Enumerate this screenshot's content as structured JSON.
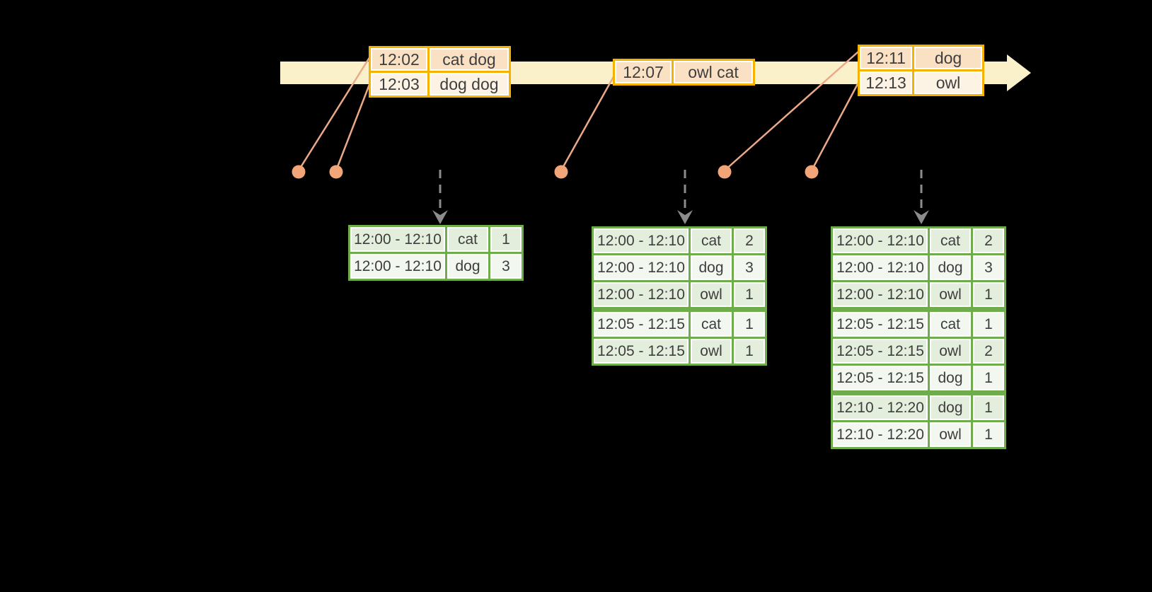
{
  "colors": {
    "background": "#000000",
    "timeline_band": "#FAF0C9",
    "event_table_border": "#F5B200",
    "event_row_peach": "#FAE1C4",
    "event_row_cream": "#FDF3E5",
    "event_marker": "#F1A578",
    "connector_line": "#EBA987",
    "result_table_border": "#6FAC4B",
    "result_row_dark": "#E4EEDD",
    "result_row_light": "#F2F7EF",
    "trigger_arrow": "#8C8C8C",
    "text": "#3E3E3E"
  },
  "icons": {
    "timeline_arrowhead": "right-triangle",
    "event_marker": "filled-circle",
    "trigger_arrow": "dashed-down-arrow"
  },
  "event_tables": [
    {
      "rows": [
        {
          "time": "12:02",
          "words": "cat dog"
        },
        {
          "time": "12:03",
          "words": "dog dog"
        }
      ]
    },
    {
      "rows": [
        {
          "time": "12:07",
          "words": "owl cat"
        }
      ]
    },
    {
      "rows": [
        {
          "time": "12:11",
          "words": "dog"
        },
        {
          "time": "12:13",
          "words": "owl"
        }
      ]
    }
  ],
  "result_tables": [
    {
      "rows": [
        {
          "window": "12:00 - 12:10",
          "word": "cat",
          "count": "1"
        },
        {
          "window": "12:00 - 12:10",
          "word": "dog",
          "count": "3"
        }
      ]
    },
    {
      "rows": [
        {
          "window": "12:00 - 12:10",
          "word": "cat",
          "count": "2"
        },
        {
          "window": "12:00 - 12:10",
          "word": "dog",
          "count": "3"
        },
        {
          "window": "12:00 - 12:10",
          "word": "owl",
          "count": "1"
        },
        {
          "window": "12:05 - 12:15",
          "word": "cat",
          "count": "1"
        },
        {
          "window": "12:05 - 12:15",
          "word": "owl",
          "count": "1"
        }
      ]
    },
    {
      "rows": [
        {
          "window": "12:00 - 12:10",
          "word": "cat",
          "count": "2"
        },
        {
          "window": "12:00 - 12:10",
          "word": "dog",
          "count": "3"
        },
        {
          "window": "12:00 - 12:10",
          "word": "owl",
          "count": "1"
        },
        {
          "window": "12:05 - 12:15",
          "word": "cat",
          "count": "1"
        },
        {
          "window": "12:05 - 12:15",
          "word": "owl",
          "count": "2"
        },
        {
          "window": "12:05 - 12:15",
          "word": "dog",
          "count": "1"
        },
        {
          "window": "12:10 - 12:20",
          "word": "dog",
          "count": "1"
        },
        {
          "window": "12:10 - 12:20",
          "word": "owl",
          "count": "1"
        }
      ]
    }
  ]
}
